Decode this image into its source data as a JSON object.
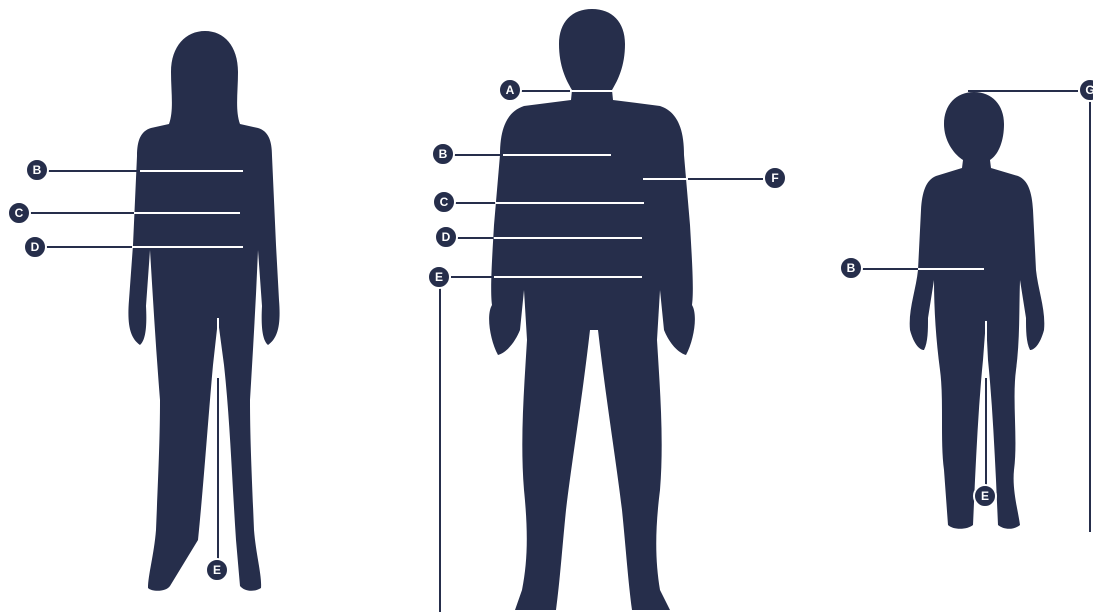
{
  "colors": {
    "silhouette": "#262e4b",
    "guide_on_body": "#ffffff",
    "guide_off_body": "#262e4b",
    "background": "#ffffff"
  },
  "figures": [
    {
      "name": "woman",
      "markers": [
        {
          "letter": "B"
        },
        {
          "letter": "C"
        },
        {
          "letter": "D"
        },
        {
          "letter": "E"
        }
      ]
    },
    {
      "name": "man",
      "markers": [
        {
          "letter": "A"
        },
        {
          "letter": "B"
        },
        {
          "letter": "C"
        },
        {
          "letter": "D"
        },
        {
          "letter": "E"
        },
        {
          "letter": "F"
        }
      ]
    },
    {
      "name": "child",
      "markers": [
        {
          "letter": "B"
        },
        {
          "letter": "E"
        },
        {
          "letter": "G"
        }
      ]
    }
  ]
}
